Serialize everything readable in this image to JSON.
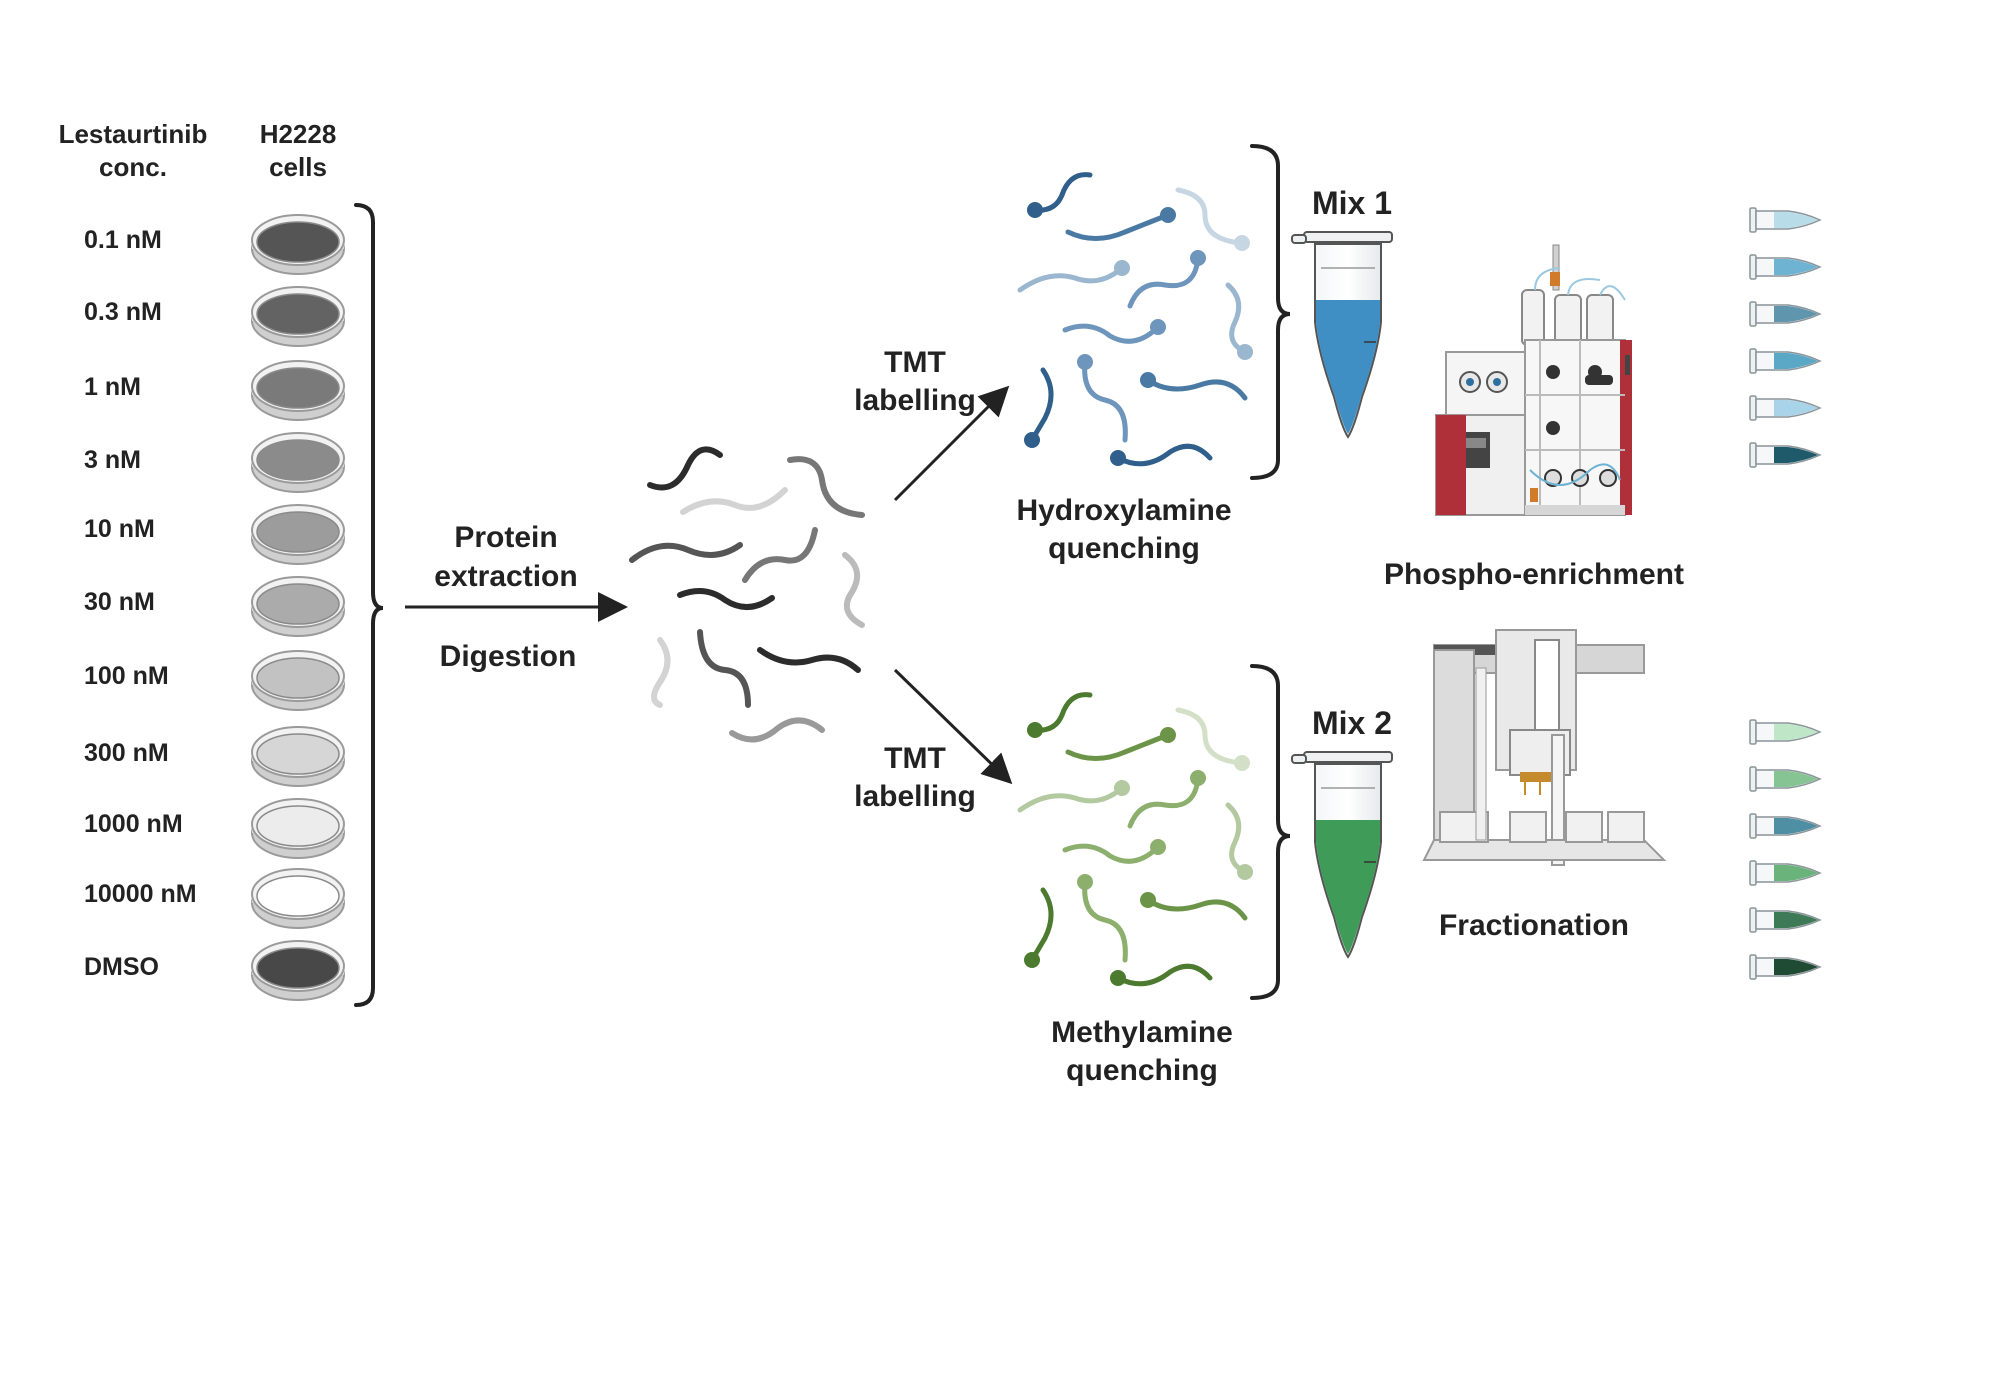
{
  "header": {
    "concentration_line1": "Lestaurtinib",
    "concentration_line2": "conc.",
    "cells_line1": "H2228",
    "cells_line2": "cells"
  },
  "samples": [
    {
      "label": "0.1 nM",
      "shade": "#555555"
    },
    {
      "label": "0.3 nM",
      "shade": "#636363"
    },
    {
      "label": "1 nM",
      "shade": "#7a7a7a"
    },
    {
      "label": "3 nM",
      "shade": "#8b8b8b"
    },
    {
      "label": "10 nM",
      "shade": "#9c9c9c"
    },
    {
      "label": "30 nM",
      "shade": "#ababab"
    },
    {
      "label": "100 nM",
      "shade": "#c2c2c2"
    },
    {
      "label": "300 nM",
      "shade": "#d6d6d6"
    },
    {
      "label": "1000 nM",
      "shade": "#ececec"
    },
    {
      "label": "10000 nM",
      "shade": "#ffffff"
    },
    {
      "label": "DMSO",
      "shade": "#484848"
    }
  ],
  "steps": {
    "extraction_line1": "Protein",
    "extraction_line2": "extraction",
    "digestion": "Digestion",
    "tmt_top_line1": "TMT",
    "tmt_top_line2": "labelling",
    "tmt_bottom_line1": "TMT",
    "tmt_bottom_line2": "labelling",
    "hydroxylamine_line1": "Hydroxylamine",
    "hydroxylamine_line2": "quenching",
    "methylamine_line1": "Methylamine",
    "methylamine_line2": "quenching",
    "mix1": "Mix 1",
    "mix2": "Mix 2",
    "phospho": "Phospho-enrichment",
    "fractionation": "Fractionation"
  },
  "colors": {
    "mix1_liquid": "#3f8fc4",
    "mix2_liquid": "#3f9c58",
    "peptide_gray": [
      "#2c2c2c",
      "#555555",
      "#777777",
      "#999999",
      "#bbbbbb",
      "#d3d3d3"
    ],
    "peptide_blue": [
      "#2f5f8a",
      "#4a7aa3",
      "#6e95bb",
      "#9bb6cf",
      "#c7d6e3"
    ],
    "peptide_green": [
      "#4c7a2f",
      "#6b9448",
      "#8daf6e",
      "#b3c9a0",
      "#d3e0c7"
    ],
    "fractions_top": [
      "#b9dce9",
      "#6fb3d3",
      "#5f95ad",
      "#5aa7c6",
      "#a9d3e8",
      "#1f5a6b"
    ],
    "fractions_bottom": [
      "#bfe6c7",
      "#86c493",
      "#4f8fa3",
      "#6ab47c",
      "#3e7a55",
      "#1f4a33"
    ],
    "instrument_red": "#b0303a"
  }
}
